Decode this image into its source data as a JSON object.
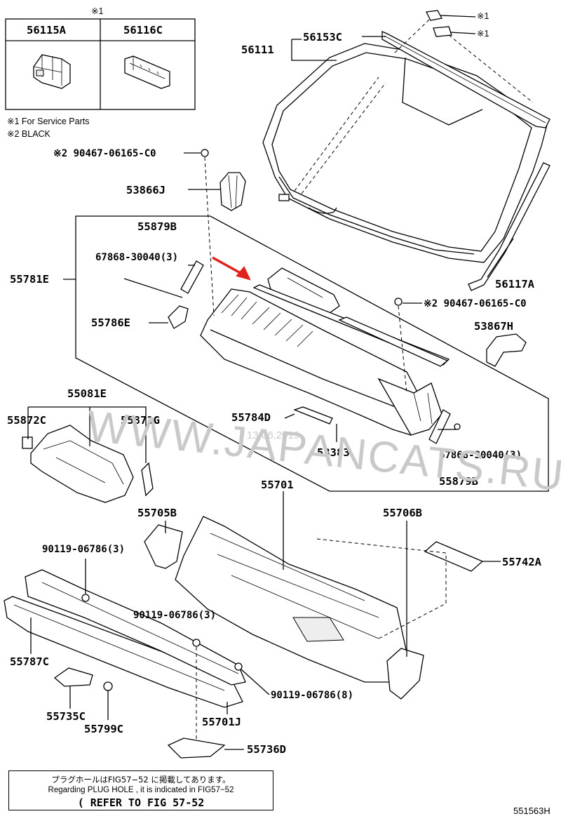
{
  "inset": {
    "header_mark": "※1",
    "col1_label": "56115A",
    "col2_label": "56116C"
  },
  "notes": [
    "※1 For Service Parts",
    "※2 BLACK"
  ],
  "parts": [
    {
      "id": "p56153C",
      "label": "56153C"
    },
    {
      "id": "p56111",
      "label": "56111"
    },
    {
      "id": "pmark1a",
      "label": "※1"
    },
    {
      "id": "pmark1b",
      "label": "※1"
    },
    {
      "id": "p90467a",
      "label": "※2 90467-06165-C0"
    },
    {
      "id": "p53866J",
      "label": "53866J"
    },
    {
      "id": "p55879B_top",
      "label": "55879B"
    },
    {
      "id": "p67868a",
      "label": "67868-30040(3)"
    },
    {
      "id": "p55781E",
      "label": "55781E"
    },
    {
      "id": "p56117A",
      "label": "56117A"
    },
    {
      "id": "p90467b",
      "label": "※2 90467-06165-C0"
    },
    {
      "id": "p55786E",
      "label": "55786E"
    },
    {
      "id": "p53867H",
      "label": "53867H"
    },
    {
      "id": "p55081E",
      "label": "55081E"
    },
    {
      "id": "p55872C",
      "label": "55872C"
    },
    {
      "id": "p55871G",
      "label": "55871G"
    },
    {
      "id": "p55784D",
      "label": "55784D"
    },
    {
      "id": "p53383",
      "label": "53383"
    },
    {
      "id": "p67868b",
      "label": "67868-30040(3)"
    },
    {
      "id": "p55879B_bot",
      "label": "55879B"
    },
    {
      "id": "p55701",
      "label": "55701"
    },
    {
      "id": "p55705B",
      "label": "55705B"
    },
    {
      "id": "p55706B",
      "label": "55706B"
    },
    {
      "id": "p55742A",
      "label": "55742A"
    },
    {
      "id": "p90119a",
      "label": "90119-06786(3)"
    },
    {
      "id": "p90119b",
      "label": "90119-06786(3)"
    },
    {
      "id": "p55787C",
      "label": "55787C"
    },
    {
      "id": "p90119c",
      "label": "90119-06786(8)"
    },
    {
      "id": "p55735C",
      "label": "55735C"
    },
    {
      "id": "p55799C",
      "label": "55799C"
    },
    {
      "id": "p55701J",
      "label": "55701J"
    },
    {
      "id": "p55736D",
      "label": "55736D"
    }
  ],
  "watermark": {
    "site": "WWW.JAPANCATS.RU",
    "date": "13.06.2019"
  },
  "reference": {
    "line1": "プラグホールはFIG57−52 に掲載してあります。",
    "line2": "Regarding PLUG HOLE , it is indicated in FIG57−52",
    "line3": "( REFER TO FIG 57-52"
  },
  "figure_code": "551563H"
}
